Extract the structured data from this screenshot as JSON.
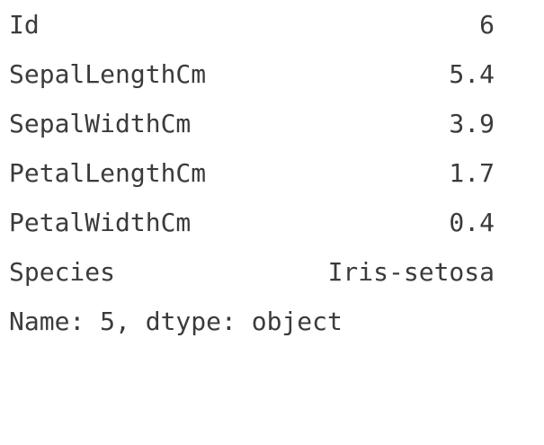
{
  "series": {
    "rows": [
      {
        "key": "Id",
        "value": "6"
      },
      {
        "key": "SepalLengthCm",
        "value": "5.4"
      },
      {
        "key": "SepalWidthCm",
        "value": "3.9"
      },
      {
        "key": "PetalLengthCm",
        "value": "1.7"
      },
      {
        "key": "PetalWidthCm",
        "value": "0.4"
      },
      {
        "key": "Species",
        "value": "Iris-setosa"
      }
    ],
    "footer": "Name: 5, dtype: object"
  }
}
